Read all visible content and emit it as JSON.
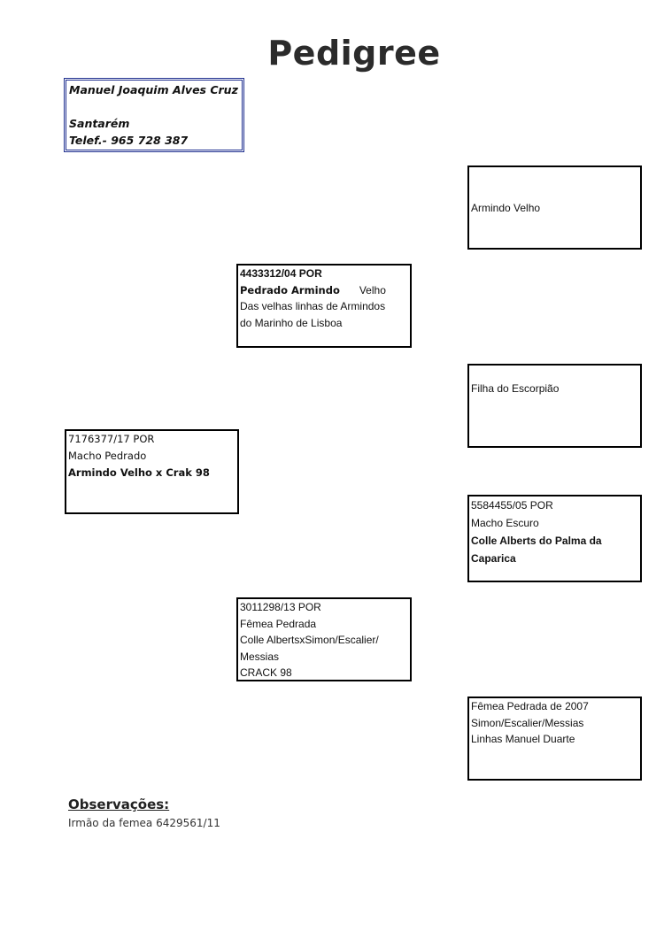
{
  "page_title": "Pedigree",
  "owner": {
    "name": "Manuel Joaquim Alves Cruz",
    "city": "Santarém",
    "phone": "Telef.- 965 728 387"
  },
  "subject": {
    "ring": "7176377/17 POR",
    "description": "Macho Pedrado",
    "parents": "Armindo Velho x Crak 98"
  },
  "sire": {
    "ring": "4433312/04 POR",
    "name": "Pedrado Armindo",
    "suffix": "Velho",
    "line1": "Das velhas linhas de Armindos",
    "line2": "do Marinho de Lisboa"
  },
  "dam": {
    "ring": "3011298/13 POR",
    "description": "Fêmea Pedrada",
    "line1": "Colle AlbertsxSimon/Escalier/",
    "line2": "Messias",
    "line3": "CRACK 98"
  },
  "sire_sire": {
    "name": "Armindo Velho"
  },
  "sire_dam": {
    "name": "Filha do Escorpião"
  },
  "dam_sire": {
    "ring": "5584455/05 POR",
    "description": "Macho Escuro",
    "line1": "Colle Alberts do Palma da",
    "line2": "Caparica"
  },
  "dam_dam": {
    "description": "Fêmea Pedrada de 2007",
    "line1": "Simon/Escalier/Messias",
    "line2": "Linhas Manuel Duarte"
  },
  "observations": {
    "title": "Observações:",
    "text": "Irmão da femea 6429561/11"
  }
}
